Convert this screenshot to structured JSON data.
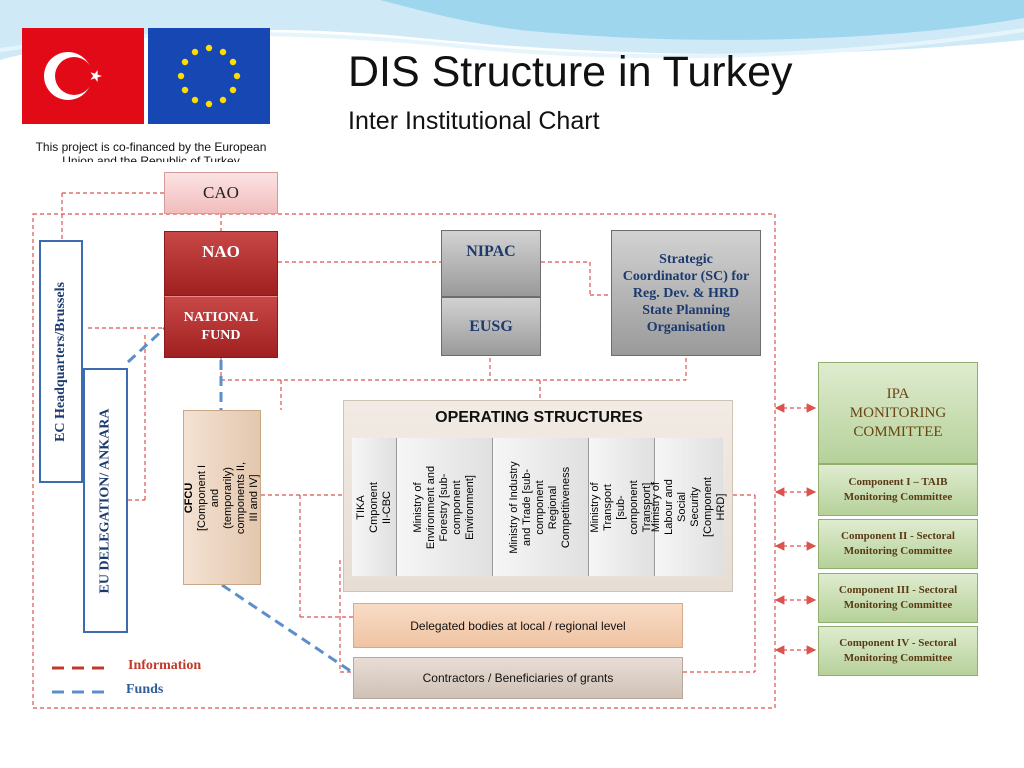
{
  "header": {
    "title": "DIS Structure in Turkey",
    "subtitle": "Inter Institutional Chart",
    "cofinance_note": "This project is co-financed by the European Union and the Republic of Turkey"
  },
  "nodes": {
    "cao": "CAO",
    "nao": "NAO",
    "national_fund": "NATIONAL FUND",
    "nipac": "NIPAC",
    "eusg": "EUSG",
    "strategic_coordinator": "Strategic Coordinator (SC) for Reg. Dev. & HRD State Planning Organisation",
    "ec_headquarters": "EC Headquarters/Brussels",
    "eu_delegation": "EU DELEGATION/ ANKARA",
    "cfcu": "CFCU",
    "cfcu_detail": "[Component I and (temporarily) components II, III and IV]",
    "operating_structures": "OPERATING STRUCTURES",
    "delegated_bodies": "Delegated bodies at local / regional level",
    "contractors": "Contractors / Beneficiaries of grants",
    "ipa_monitoring": "IPA MONITORING COMMITTEE"
  },
  "operating_columns": [
    "TIKA Cmponent II-CBC",
    "Ministry of Environment and Forestry [sub-component Environment]",
    "Ministry of Industry and Trade [sub-component Regional Competitiveness",
    "Ministry of Transport [sub-component Transport]",
    "Ministry of Labour and Social Security [Component HRD]"
  ],
  "monitoring_committees": [
    "Component I – TAIB Monitoring Committee",
    "Component II - Sectoral Monitoring Committee",
    "Component III - Sectoral Monitoring Committee",
    "Component IV - Sectoral Monitoring Committee"
  ],
  "legend": {
    "information": "Information",
    "funds": "Funds",
    "information_color": "#c0392b",
    "funds_color": "#5b8fc9"
  },
  "colors": {
    "information_line": "#d9534f",
    "funds_line": "#5b8fc9",
    "nao_red": "#b03030",
    "monitoring_green": "#c8dcb0"
  }
}
